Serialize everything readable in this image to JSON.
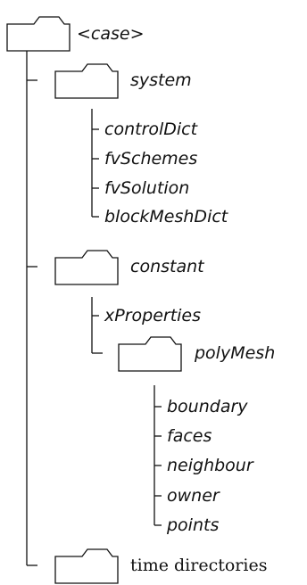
{
  "tree": {
    "root": {
      "label": "<case>"
    },
    "system": {
      "label": "system",
      "files": [
        "controlDict",
        "fvSchemes",
        "fvSolution",
        "blockMeshDict"
      ]
    },
    "constant": {
      "label": "constant",
      "files": [
        "xProperties"
      ],
      "polyMesh": {
        "label": "polyMesh",
        "files": [
          "boundary",
          "faces",
          "neighbour",
          "owner",
          "points"
        ]
      }
    },
    "time": {
      "label": "time directories"
    }
  },
  "icons": {
    "folder": "folder-icon"
  }
}
